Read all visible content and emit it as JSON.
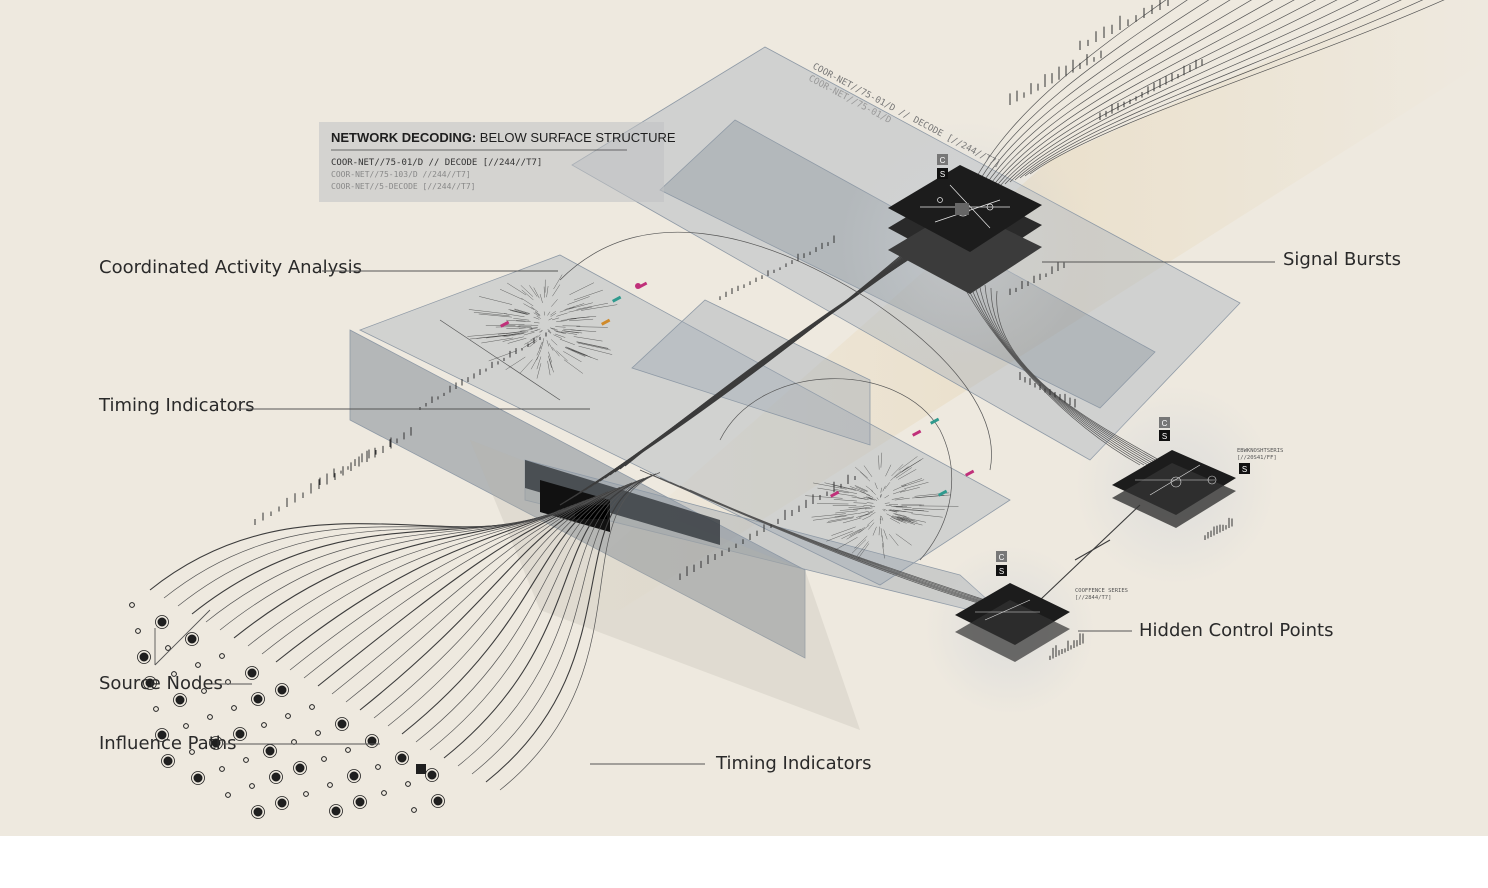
{
  "header": {
    "title_bold": "NETWORK DECODING:",
    "title_rest": " BELOW SURFACE STRUCTURE",
    "code_line_1": "COOR-NET//75-01/D // DECODE [//244//T7]",
    "code_line_2": "COOR-NET//75-103/D //244//T7]",
    "code_line_3": "COOR-NET//5-DECODE [//244//T7]"
  },
  "plane_code": {
    "line_1": "COOR-NET//75-01/D // DECODE [//244//T7]",
    "line_2": "COOR-NET//75-01/D"
  },
  "callouts": {
    "coordinated_activity": "Coordinated Activity Analysis",
    "timing_indicators_left": "Timing Indicators",
    "source_nodes": "Source Nodes",
    "influence_paths": "Influence Paths",
    "timing_indicators_bottom": "Timing Indicators",
    "signal_bursts": "Signal Bursts",
    "hidden_control_points": "Hidden Control Points"
  },
  "chips": {
    "top": {
      "badge_c": "C",
      "badge_s": "S"
    },
    "right": {
      "badge_c": "C",
      "badge_s": "S",
      "badge_s2": "S",
      "label_1": "EBWKNOSHTSERIS",
      "label_2": "[//20S41/FF]"
    },
    "bottom": {
      "badge_c": "C",
      "badge_s": "S",
      "label_1": "COOFFENCE SERIES",
      "label_2": "[//2844/T7]"
    }
  },
  "colors": {
    "background": "#eee9df",
    "plane": "#a3adb8",
    "chip": "#1c1c1c",
    "accent_magenta": "#c0307a",
    "accent_teal": "#2f9a8e",
    "accent_orange": "#d08a2a",
    "beam": "#e3cfa8"
  },
  "icons": [
    "chip-icon",
    "node-ring-icon",
    "square-badge-icon"
  ]
}
